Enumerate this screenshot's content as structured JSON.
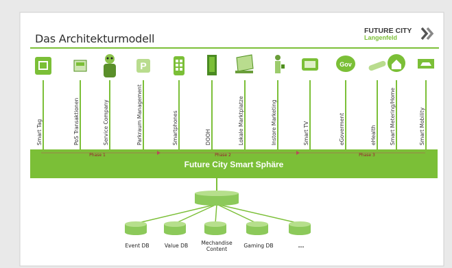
{
  "slide": {
    "title": "Das Architekturmodell",
    "brand_line1": "FUTURE CITY",
    "brand_line2": "Langenfeld",
    "accent_color": "#7bbf37"
  },
  "categories": [
    {
      "label": "Smart Tag",
      "icon": "smart-tag-icon"
    },
    {
      "label": "PoS Transaktionen",
      "icon": "pos-terminal-icon"
    },
    {
      "label": "Service Company",
      "icon": "service-person-icon"
    },
    {
      "label": "Parkraum Management",
      "icon": "parking-icon"
    },
    {
      "label": "Smartphones",
      "icon": "smartphone-icon"
    },
    {
      "label": "DOOH",
      "icon": "digital-signage-icon"
    },
    {
      "label": "Lokale Marktplatze",
      "icon": "laptop-icon"
    },
    {
      "label": "Instore Marketing",
      "icon": "shopper-icon"
    },
    {
      "label": "Smart TV",
      "icon": "tv-icon"
    },
    {
      "label": "eGoverment",
      "icon": "egov-icon"
    },
    {
      "label": "eHealth",
      "icon": "pill-icon"
    },
    {
      "label": "Smart Metering/Home",
      "icon": "home-icon"
    },
    {
      "label": "Smart Mobility",
      "icon": "car-icon"
    }
  ],
  "sphere": {
    "label": "Future City Smart Sphäre"
  },
  "phases": [
    "Phase 1",
    "Phase 2",
    "Phase 3"
  ],
  "databases": [
    {
      "label": "Event DB"
    },
    {
      "label": "Value DB"
    },
    {
      "label": "Mechandise Content"
    },
    {
      "label": "Gaming DB"
    },
    {
      "label": "..."
    }
  ]
}
